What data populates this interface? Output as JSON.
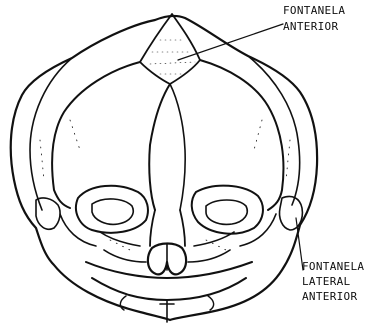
{
  "labels": {
    "anterior_fontanelle": [
      "FONTANELA",
      "ANTERIOR"
    ],
    "anterolateral_fontanelle": [
      "FONTANELA",
      "LATERAL",
      "ANTERIOR"
    ]
  },
  "colors": {
    "ink": "#111111",
    "background": "#ffffff"
  }
}
